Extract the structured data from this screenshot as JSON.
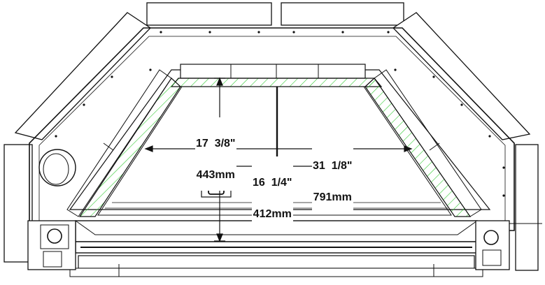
{
  "dimensions": {
    "height": {
      "imperial": "17  3/8\"",
      "metric": "443mm"
    },
    "front_width": {
      "imperial": "31  1/8\"",
      "metric": "791mm"
    },
    "back_width": {
      "imperial": "16  1/4\"",
      "metric": "412mm"
    }
  },
  "colors": {
    "line": "#111111",
    "glass_hatch": "#33cc33",
    "background": "#ffffff"
  }
}
